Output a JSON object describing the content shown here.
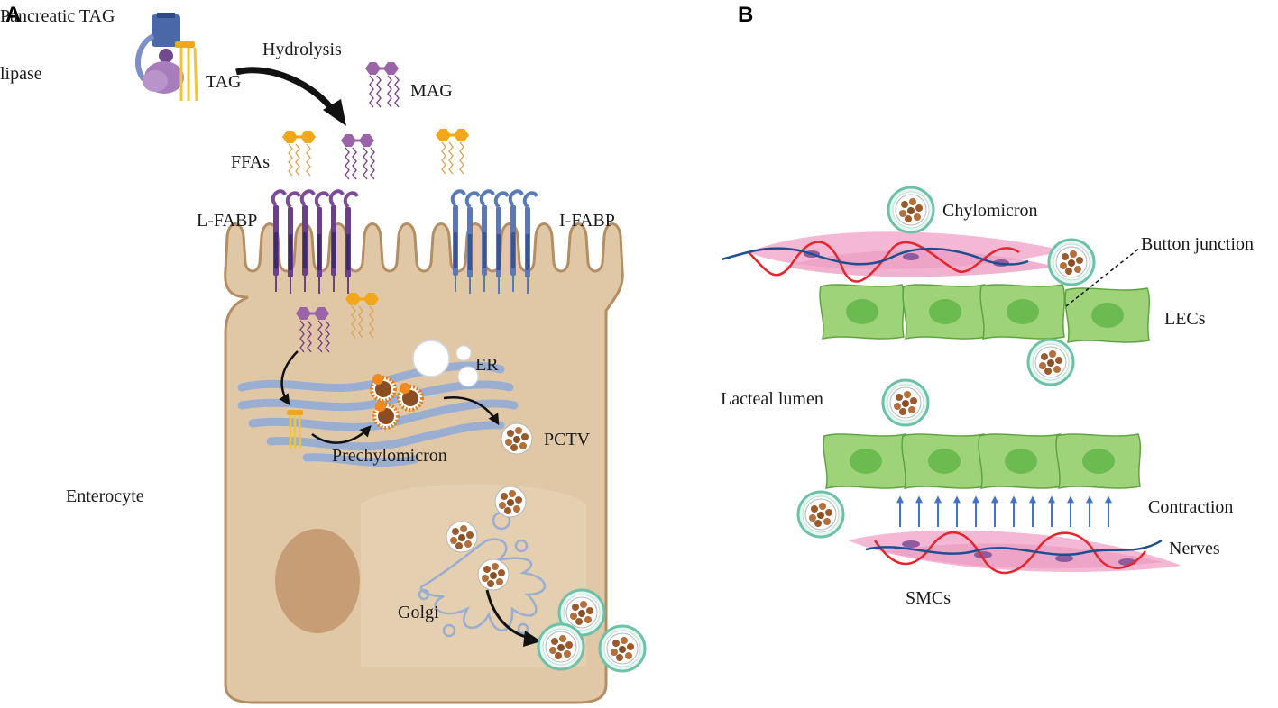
{
  "panels": {
    "a": "A",
    "b": "B"
  },
  "labels_a": {
    "pancreatic_lipase": [
      "Pancreatic TAG",
      "lipase"
    ],
    "hydrolysis": "Hydrolysis",
    "tag": "TAG",
    "mag": "MAG",
    "ffas": "FFAs",
    "l_fabp": "L-FABP",
    "i_fabp": "I-FABP",
    "er": "ER",
    "pctv": "PCTV",
    "prechylomicron": "Prechylomicron",
    "enterocyte": "Enterocyte",
    "golgi": "Golgi"
  },
  "labels_b": {
    "chylomicron": "Chylomicron",
    "button_junction": "Button junction",
    "lecs": "LECs",
    "lacteal_lumen": "Lacteal lumen",
    "contraction": "Contraction",
    "nerves": "Nerves",
    "smcs": "SMCs"
  },
  "colors": {
    "cell_fill": "#e0c8a6",
    "cell_stroke": "#b48e62",
    "nucleus": "#c79d75",
    "fa_orange": "#f2a71b",
    "fa_purple": "#9b63a8",
    "er_blue": "#9aaed2",
    "lec_green": "#9ed37a",
    "smc_pink": "#f3b0cf",
    "nerve_red": "#e5262c",
    "nerve_blue": "#1d4e8f",
    "arrow_blue": "#4472c4"
  }
}
